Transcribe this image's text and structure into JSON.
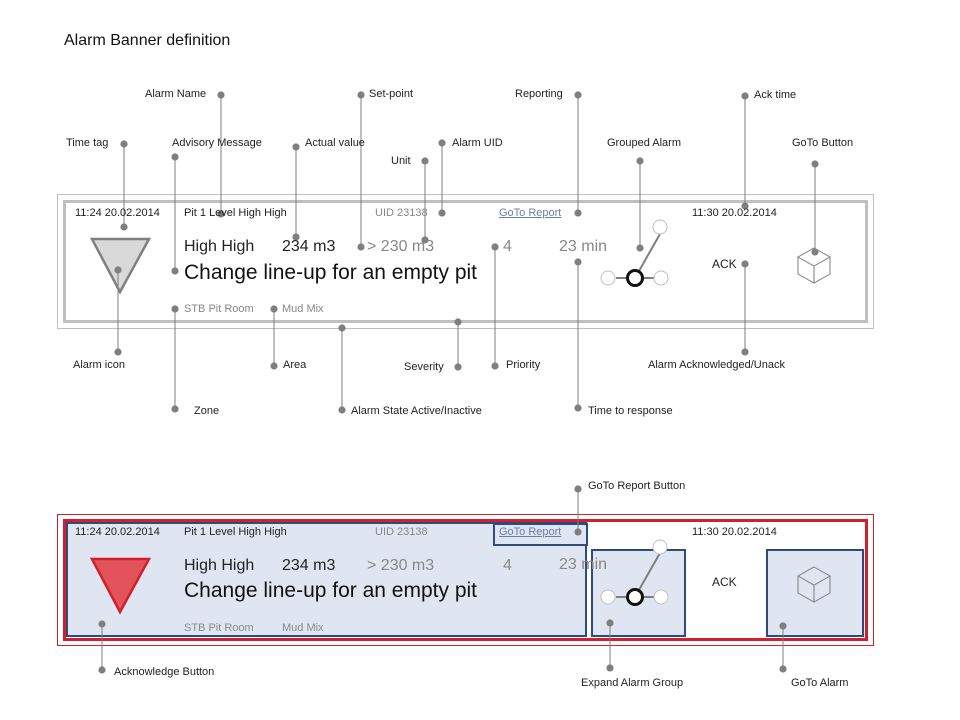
{
  "title": "Alarm Banner definition",
  "annotations": {
    "alarm_name": "Alarm Name",
    "set_point": "Set-point",
    "reporting": "Reporting",
    "ack_time": "Ack time",
    "time_tag": "Time tag",
    "advisory_message": "Advisory Message",
    "actual_value": "Actual value",
    "alarm_uid": "Alarm UID",
    "unit": "Unit",
    "grouped_alarm": "Grouped Alarm",
    "goto_button": "GoTo Button",
    "alarm_icon": "Alarm icon",
    "area": "Area",
    "severity": "Severity",
    "priority": "Priority",
    "alarm_ack_unack": "Alarm Acknowledged/Unack",
    "zone": "Zone",
    "alarm_state": "Alarm State Active/Inactive",
    "time_to_response": "Time to response",
    "goto_report_button": "GoTo Report Button",
    "acknowledge_button": "Acknowledge Button",
    "expand_alarm_group": "Expand Alarm Group",
    "goto_alarm": "GoTo Alarm"
  },
  "banner1": {
    "time_tag": "11:24 20.02.2014",
    "alarm_name": "Pit 1 Level High High",
    "uid": "UID 23138",
    "goto_report": "GoTo Report",
    "ack_time": "11:30 20.02.2014",
    "state": "High High",
    "actual_value": "234 m3",
    "set_point": "> 230 m3",
    "priority": "4",
    "time_to_response": "23 min",
    "message": "Change line-up for an empty pit",
    "ack": "ACK",
    "zone": "STB Pit Room",
    "area": "Mud Mix"
  },
  "banner2": {
    "time_tag": "11:24 20.02.2014",
    "alarm_name": "Pit 1 Level High High",
    "uid": "UID 23138",
    "goto_report": "GoTo Report",
    "ack_time": "11:30 20.02.2014",
    "state": "High High",
    "actual_value": "234 m3",
    "set_point": "> 230 m3",
    "priority": "4",
    "time_to_response": "23 min",
    "message": "Change line-up for an empty pit",
    "ack": "ACK",
    "zone": "STB Pit Room",
    "area": "Mud Mix"
  },
  "colors": {
    "leader": "#7f7f7f",
    "alarm_active": "#e2535c",
    "alarm_inactive": "#d9d9d9",
    "frame_active": "#d21f2b",
    "button_border": "#2f4b7c",
    "button_fill": "#dfe6f2"
  },
  "icons": {
    "alarm": "triangle-down-icon",
    "group": "group-nodes-icon",
    "goto": "cube-icon"
  }
}
